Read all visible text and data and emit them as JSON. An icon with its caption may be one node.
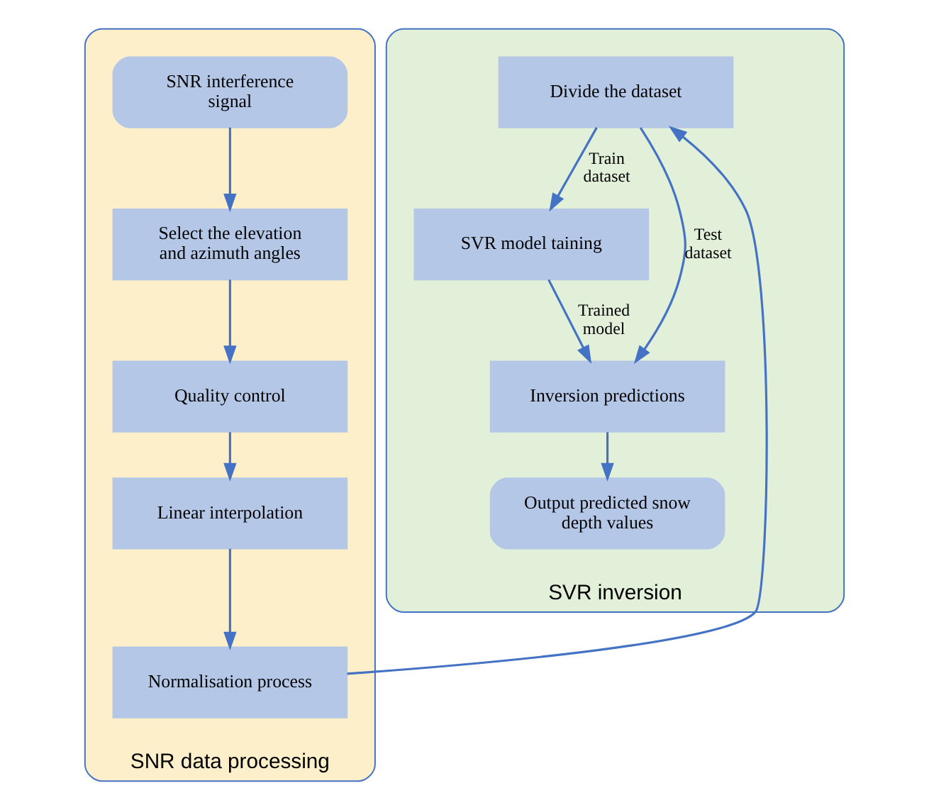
{
  "diagram": {
    "nodes": [
      {
        "text": [
          "SNR data processing"
        ]
      },
      {
        "text": [
          "SNR interference signal"
        ],
        "in": 0
      },
      {
        "text": [
          "Select the elevation and azimuth angles"
        ],
        "in": 0
      },
      {
        "text": [
          "Quality control"
        ],
        "in": 0
      },
      {
        "text": [
          "Linear interpolation"
        ],
        "in": 0
      },
      {
        "text": [
          "Normalisation process"
        ],
        "in": 0
      },
      {
        "text": [
          "SVR inversion"
        ]
      },
      {
        "text": [
          "Divide the dataset"
        ],
        "in": 6
      },
      {
        "text": [
          "SVR model taining"
        ],
        "in": 6
      },
      {
        "text": [
          "Inversion predictions"
        ],
        "in": 6
      },
      {
        "text": [
          "Output predicted snow depth values"
        ],
        "in": 6
      }
    ],
    "edges": [
      {
        "from": 1,
        "to": 2,
        "arrow": "to"
      },
      {
        "from": 2,
        "to": 3,
        "arrow": "to"
      },
      {
        "from": 3,
        "to": 4,
        "arrow": "to"
      },
      {
        "from": 4,
        "to": 5,
        "arrow": "to"
      },
      {
        "from": 5,
        "to": 7,
        "arrow": "to"
      },
      {
        "from": 7,
        "to": 8,
        "arrow": "to",
        "label": "Train dataset"
      },
      {
        "from": 7,
        "to": 9,
        "arrow": "to",
        "label": "Test dataset"
      },
      {
        "from": 8,
        "to": 9,
        "arrow": "to",
        "label": "Trained model"
      },
      {
        "from": 9,
        "to": 10,
        "arrow": "to"
      }
    ]
  }
}
